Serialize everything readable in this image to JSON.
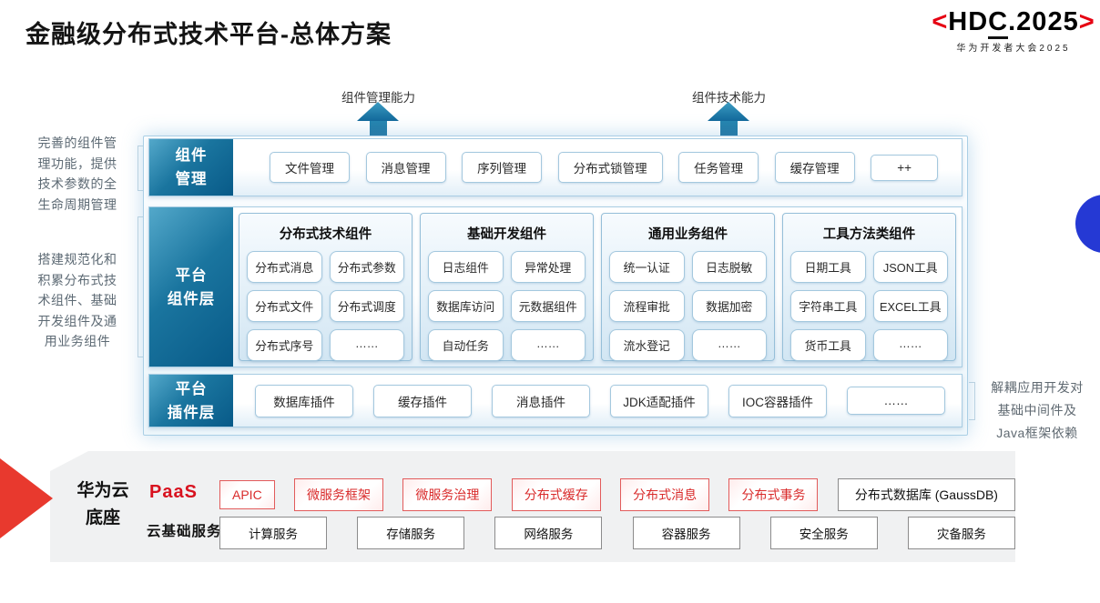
{
  "palette": {
    "label_teal_dark": "#085a88",
    "label_teal_light": "#53a8ca",
    "box_border_blue": "#a4c8de",
    "accent_red": "#e60012",
    "paas_red": "#d92b2b",
    "wedge_red": "#e8392e",
    "panel_gray": "#f0f1f2",
    "blue_dot": "#2539d4"
  },
  "header": {
    "title": "金融级分布式技术平台-总体方案",
    "logo": {
      "left_bracket": "<",
      "name_pre": "HD",
      "name_c": "C",
      "name_post": ".2025",
      "right_bracket": ">",
      "subtitle": "华为开发者大会2025"
    }
  },
  "arrows": {
    "left_label": "组件管理能力",
    "right_label": "组件技术能力"
  },
  "side_notes": {
    "left_top": [
      "完善的组件管",
      "理功能，提供",
      "技术参数的全",
      "生命周期管理"
    ],
    "left_bottom": [
      "搭建规范化和",
      "积累分布式技",
      "术组件、基础",
      "开发组件及通",
      "用业务组件"
    ],
    "right": [
      "解耦应用开发对",
      "基础中间件及",
      "Java框架依赖"
    ]
  },
  "mgmt_row": {
    "label": [
      "组件",
      "管理"
    ],
    "items": [
      "文件管理",
      "消息管理",
      "序列管理",
      "分布式锁管理",
      "任务管理",
      "缓存管理",
      "++"
    ]
  },
  "components_row": {
    "label": [
      "平台",
      "组件层"
    ],
    "columns": [
      {
        "title": "分布式技术组件",
        "items": [
          "分布式消息",
          "分布式参数",
          "分布式文件",
          "分布式调度",
          "分布式序号",
          "……"
        ]
      },
      {
        "title": "基础开发组件",
        "items": [
          "日志组件",
          "异常处理",
          "数据库访问",
          "元数据组件",
          "自动任务",
          "……"
        ]
      },
      {
        "title": "通用业务组件",
        "items": [
          "统一认证",
          "日志脱敏",
          "流程审批",
          "数据加密",
          "流水登记",
          "……"
        ]
      },
      {
        "title": "工具方法类组件",
        "items": [
          "日期工具",
          "JSON工具",
          "字符串工具",
          "EXCEL工具",
          "货币工具",
          "……"
        ]
      }
    ]
  },
  "plugins_row": {
    "label": [
      "平台",
      "插件层"
    ],
    "items": [
      "数据库插件",
      "缓存插件",
      "消息插件",
      "JDK适配插件",
      "IOC容器插件",
      "……"
    ]
  },
  "foundation": {
    "label": [
      "华为云",
      "底座"
    ],
    "paas": {
      "label": "PaaS",
      "items": [
        "APIC",
        "微服务框架",
        "微服务治理",
        "分布式缓存",
        "分布式消息",
        "分布式事务"
      ],
      "db_item": "分布式数据库 (GaussDB)"
    },
    "cloud": {
      "label": "云基础服务",
      "items": [
        "计算服务",
        "存储服务",
        "网络服务",
        "容器服务",
        "安全服务",
        "灾备服务"
      ]
    }
  }
}
